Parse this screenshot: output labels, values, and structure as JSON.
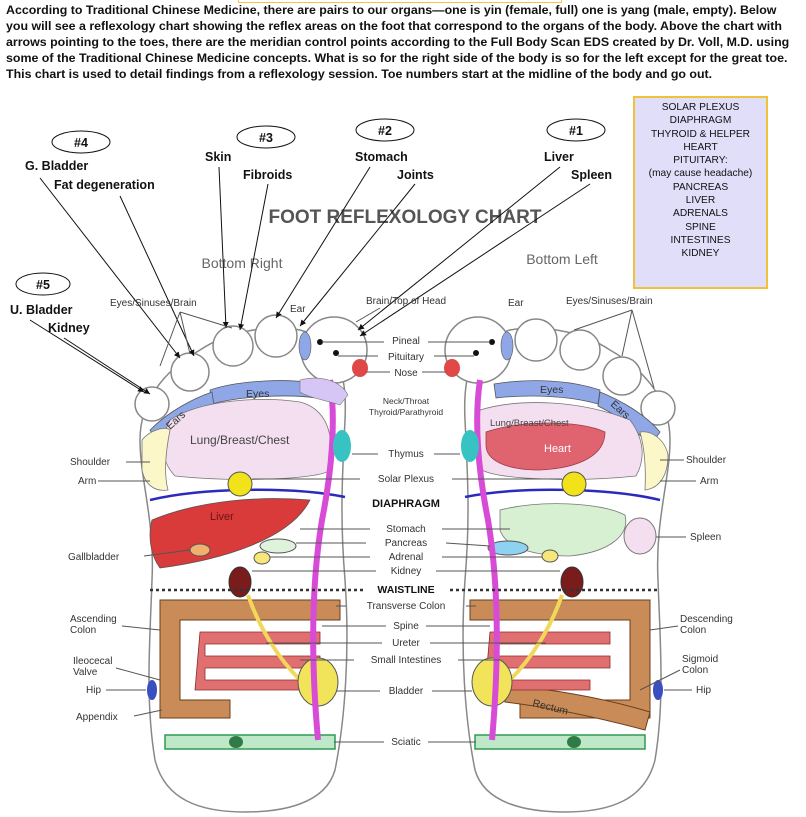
{
  "intro": "According to Traditional Chinese Medicine, there are pairs to our organs—one is yin (female, full) one is yang (male, empty).  Below you will see a reflexology chart showing the reflex areas on the foot that correspond to the organs of the body.  Above the chart with arrows pointing to the toes,  there are the meridian control points according to the Full Body Scan EDS created by Dr. Voll, M.D. using some of the Traditional Chinese Medicine concepts.  What is so for the right side of the body is so for the left except for the great toe. This chart is used to detail findings from a reflexology session.   Toe numbers start at the midline of the body and go out.",
  "legend": [
    "SOLAR PLEXUS",
    "DIAPHRAGM",
    "THYROID & HELPER",
    "HEART",
    "PITUITARY:",
    "(may cause headache)",
    "PANCREAS",
    "LIVER",
    "ADRENALS",
    "SPINE",
    "INTESTINES",
    "KIDNEY"
  ],
  "toes": {
    "t1": {
      "num": "#1",
      "a": "Liver",
      "b": "Spleen"
    },
    "t2": {
      "num": "#2",
      "a": "Stomach",
      "b": "Joints"
    },
    "t3": {
      "num": "#3",
      "a": "Skin",
      "b": "Fibroids"
    },
    "t4": {
      "num": "#4",
      "a": "G. Bladder",
      "b": "Fat  degeneration"
    },
    "t5": {
      "num": "#5",
      "a": "U. Bladder",
      "b": "Kidney"
    }
  },
  "chart": {
    "title": "FOOT REFLEXOLOGY CHART",
    "bottom_right": "Bottom Right",
    "bottom_left": "Bottom Left",
    "center": {
      "brain": "Brain/Top of Head",
      "pineal": "Pineal",
      "pituitary": "Pituitary",
      "nose": "Nose",
      "neck": "Neck/Throat",
      "thyroid": "Thyroid/Parathyroid",
      "thymus": "Thymus",
      "solar": "Solar Plexus",
      "diaphragm": "DIAPHRAGM",
      "stomach": "Stomach",
      "pancreas": "Pancreas",
      "adrenal": "Adrenal",
      "kidney": "Kidney",
      "waistline": "WAISTLINE",
      "transverse": "Transverse Colon",
      "spine": "Spine",
      "ureter": "Ureter",
      "small_int": "Small Intestines",
      "bladder": "Bladder",
      "sciatic": "Sciatic"
    },
    "right_foot": {
      "eyes_sinuses": "Eyes/Sinuses/Brain",
      "ear": "Ear",
      "eyes": "Eyes",
      "ears": "Ears",
      "lung": "Lung/Breast/Chest",
      "shoulder": "Shoulder",
      "arm": "Arm",
      "liver": "Liver",
      "gallbladder": "Gallbladder",
      "ascending": "Ascending\nColon",
      "ileocecal": "Ileocecal\nValve",
      "hip": "Hip",
      "appendix": "Appendix"
    },
    "left_foot": {
      "ear": "Ear",
      "eyes_sinuses": "Eyes/Sinuses/Brain",
      "eyes": "Eyes",
      "ears": "Ears",
      "lung": "Lung/Breast/Chest",
      "heart": "Heart",
      "shoulder": "Shoulder",
      "arm": "Arm",
      "spleen": "Spleen",
      "descending": "Descending\nColon",
      "sigmoid": "Sigmoid\nColon",
      "hip": "Hip",
      "rectum": "Rectum"
    }
  }
}
